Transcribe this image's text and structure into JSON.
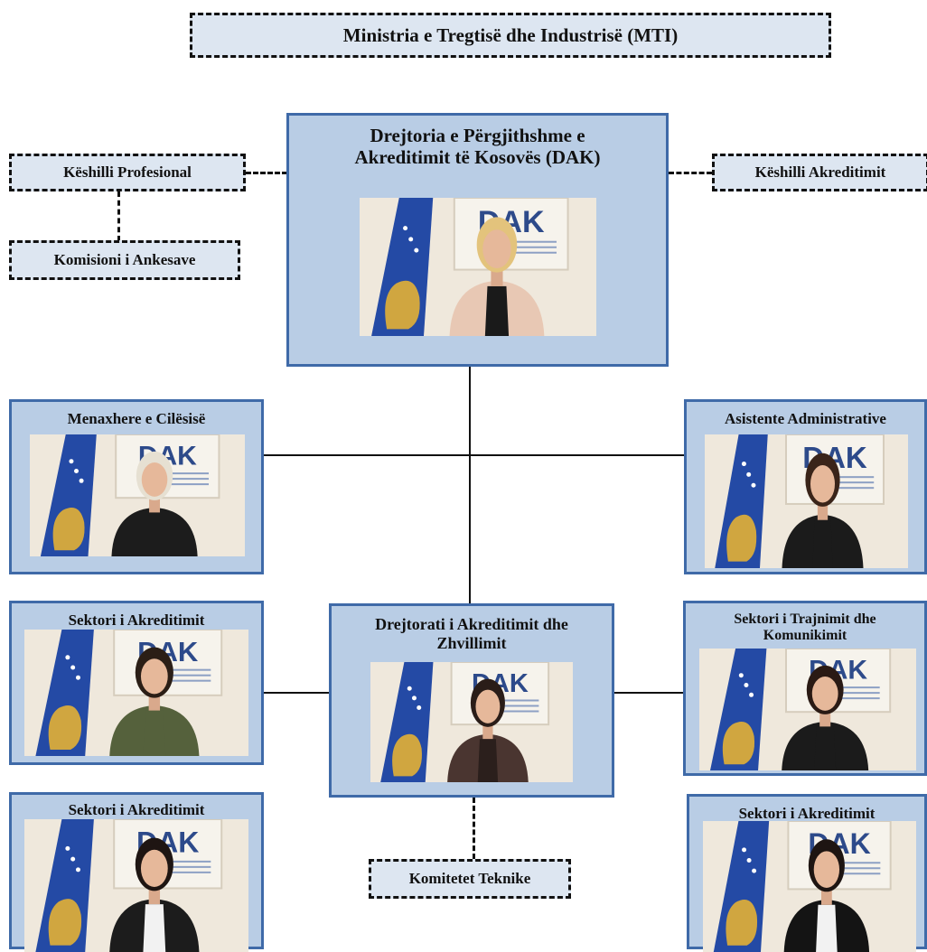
{
  "ministry": "Ministria e Tregtisë dhe Industrisë (MTI)",
  "advisory_left": "Këshilli Profesional",
  "complaints": "Komisioni i Ankesave",
  "advisory_right": "Këshilli Akreditimit",
  "director": {
    "title": "Drejtoria e Përgjithshme e Akreditimit të Kosovës (DAK)"
  },
  "quality_manager": {
    "title": "Menaxhere e Cilësisë"
  },
  "admin_assistant": {
    "title": "Asistente Administrative"
  },
  "directorate": {
    "title": "Drejtorati i Akreditimit dhe Zhvillimit"
  },
  "sector_left_1": {
    "title": "Sektori i Akreditimit"
  },
  "sector_left_2": {
    "title": "Sektori i Akreditimit"
  },
  "sector_training": {
    "title": "Sektori i Trajnimit dhe Komunikimit"
  },
  "sector_right_2": {
    "title": "Sektori i Akreditimit"
  },
  "committees": "Komitetet Teknike",
  "logo_text": "DAK",
  "colors": {
    "box_fill": "#b9cde5",
    "box_border": "#3f6aa8",
    "dashed_fill": "#dde6f1",
    "flag_blue": "#244aa5",
    "flag_gold": "#d0a640",
    "logo_blue": "#2d4a8a"
  }
}
